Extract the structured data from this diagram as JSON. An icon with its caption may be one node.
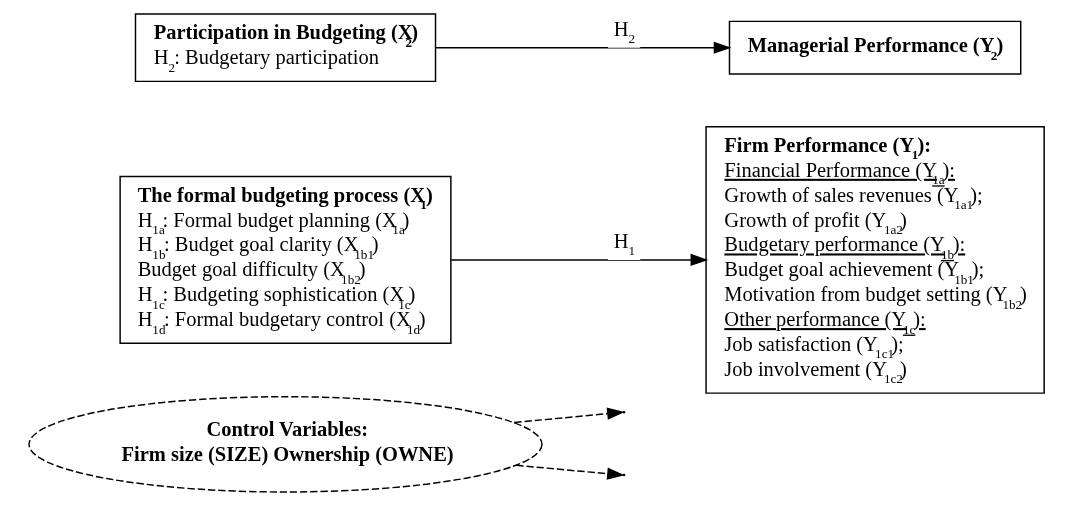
{
  "diagram": {
    "nodes": [
      {
        "text": [
          "Control Variables:",
          "Firm size (SIZE) Ownership (OWNE)"
        ]
      },
      {
        "text": [
          "The formal budgeting process (X$_{1}$)",
          "H$_{1a}$: Formal budget planning (X$_{1a}$)",
          "H$_{1b}$: Budget goal clarity (X$_{1b1}$)",
          "Budget goal difficulty (X$_{1b2}$)",
          "H$_{1c}$: Budgeting sophistication (X$_{1c}$)",
          "H$_{1d}$: Formal budgetary control (X$_{1d}$)"
        ]
      },
      {
        "text": [
          "Firm Performance (Y$_{1}$):",
          "Financial Performance (Y$_{1a}$):",
          "Growth of sales revenues (Y$_{1a1}$);",
          "Growth of profit (Y$_{1a2}$)",
          "Budgetary performance (Y$_{1b}$):",
          "Budget goal achievement (Y$_{1b1}$);",
          "Motivation from budget setting (Y$_{1b2}$)",
          "Other performance (Y$_{1c}$):",
          "Job satisfaction (Y$_{1c1}$);",
          "Job involvement (Y$_{1c2}$)"
        ]
      },
      {
        "text": [
          "Participation in Budgeting (X$_{2}$)",
          "H$_{2}$: Budgetary participation"
        ]
      },
      {
        "text": [
          "Managerial Performance (Y$_{2}$)"
        ]
      }
    ],
    "edges": [
      {
        "from": 1,
        "to": 2,
        "arrow": "to",
        "label": "H$_{1}$"
      },
      {
        "from": 3,
        "to": 4,
        "arrow": "to",
        "label": "H$_{2}$"
      },
      {
        "from": 0,
        "to": null,
        "arrow": "to",
        "style": "dashed"
      },
      {
        "from": 0,
        "to": null,
        "arrow": "to",
        "style": "dashed"
      }
    ]
  }
}
